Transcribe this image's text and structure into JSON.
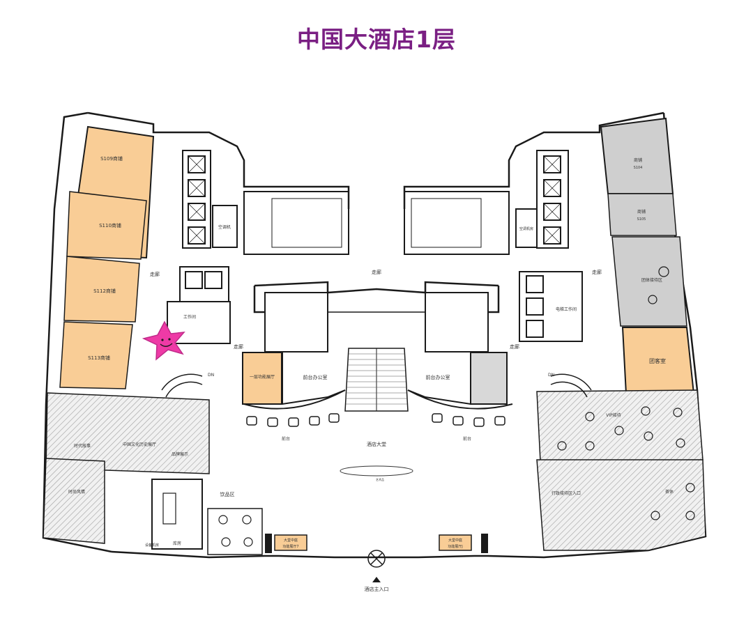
{
  "header": {
    "title": "中国大酒店1层"
  },
  "colors": {
    "title": "#7a1f83",
    "shop_orange": "#f9cd96",
    "shop_grey": "#cfcfcf",
    "meeting_orange": "#f9cd96",
    "wall": "#1a1a1a",
    "hatch": "#9a9a9a",
    "marker_pink": "#ee3aa6"
  },
  "shops": {
    "s109": "S109商铺",
    "s110": "S110商铺",
    "s112": "S112商铺",
    "s113": "S113商铺",
    "s104": "商铺\nS104",
    "s105": "商铺\nS105"
  },
  "rooms": {
    "aisle_left": "走廊",
    "aisle_center": "走廊",
    "aisle_right": "走廊",
    "aisle_left2": "走廊",
    "aisle_right2": "走廊",
    "workshop": "工作间",
    "aircon_left": "空调机",
    "aircon_right": "空调机房",
    "lift_workshop": "电梯工作间",
    "ballroom1": "一层功能展厅",
    "front_office_l": "前台办公室",
    "front_office_r": "前台办公室",
    "front_desk_l": "前台",
    "front_desk_r": "前台",
    "lobby": "酒店大堂",
    "drink_area": "饮品区",
    "group_room": "团客室",
    "vip_lounge": "VIP接待",
    "group_checkin": "团体接待区",
    "era_story": "时代故事",
    "culture_hall": "中国文化历史展厅",
    "brand_display": "品牌展示",
    "style_zone": "时尚风情",
    "warehouse": "库房",
    "equipment": "设备机房",
    "lobby_hall_l": "大堂中庭\n功能展厅7",
    "lobby_hall_r": "大堂中庭\n功能展厅J",
    "exec_lounge": "行政接待区入口",
    "leisure": "茶休",
    "main_entrance": "酒店主入口",
    "art_piece": "艺术品",
    "dn_left": "DN",
    "dn_right": "DN"
  }
}
